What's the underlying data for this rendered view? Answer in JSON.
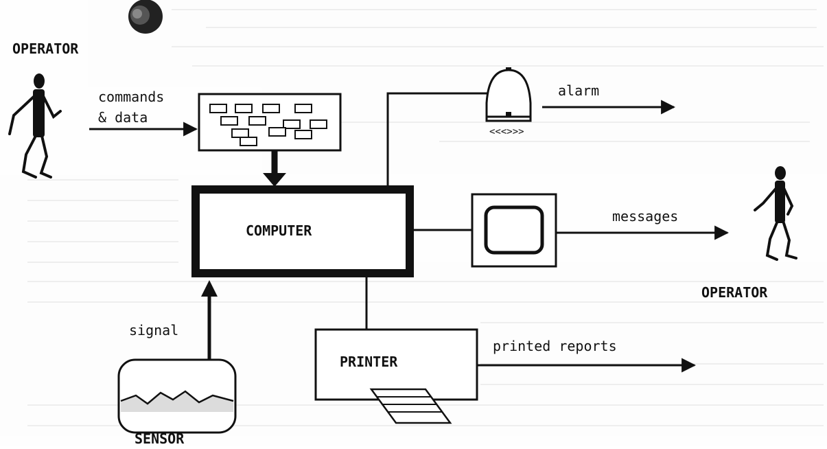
{
  "diagram": {
    "operator_left_label": "OPERATOR",
    "operator_right_label": "OPERATOR",
    "commands_label_line1": "commands",
    "commands_label_line2": "& data",
    "alarm_label": "alarm",
    "alarm_display": "<<<>>>",
    "computer_label": "COMPUTER",
    "messages_label": "messages",
    "signal_label": "signal",
    "sensor_label": "SENSOR",
    "printer_label": "PRINTER",
    "printed_reports_label": "printed reports"
  }
}
